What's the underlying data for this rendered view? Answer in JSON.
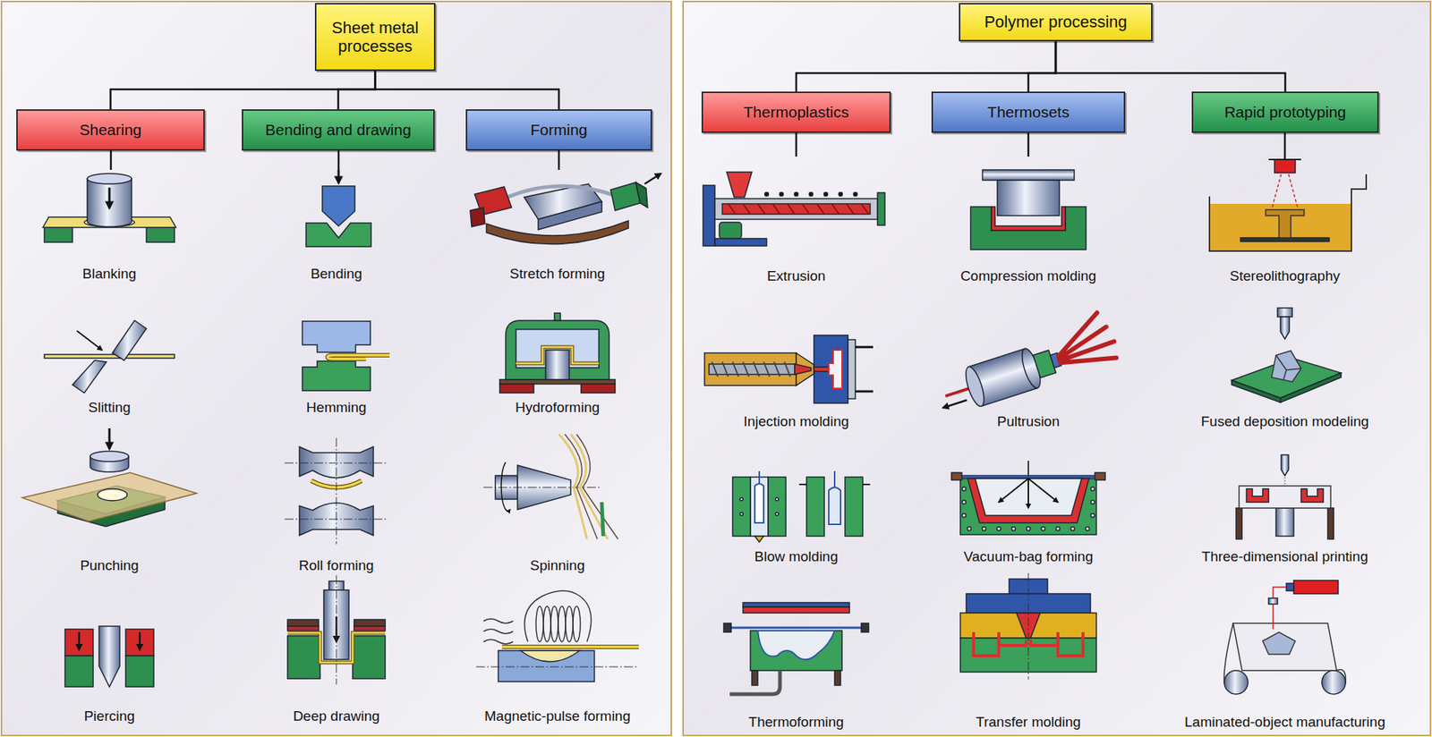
{
  "diagram": {
    "nodes": [
      {
        "text": [
          "Sheet metal processes"
        ]
      },
      {
        "text": [
          "Shearing"
        ]
      },
      {
        "text": [
          "Bending and drawing"
        ]
      },
      {
        "text": [
          "Forming"
        ]
      },
      {
        "text": [
          "Polymer processing"
        ]
      },
      {
        "text": [
          "Thermoplastics"
        ]
      },
      {
        "text": [
          "Thermosets"
        ]
      },
      {
        "text": [
          "Rapid prototyping"
        ]
      }
    ],
    "edges": [
      {
        "from": 0,
        "to": 1,
        "arrow": "none"
      },
      {
        "from": 0,
        "to": 2,
        "arrow": "none"
      },
      {
        "from": 0,
        "to": 3,
        "arrow": "none"
      },
      {
        "from": 4,
        "to": 5,
        "arrow": "none"
      },
      {
        "from": 4,
        "to": 6,
        "arrow": "none"
      },
      {
        "from": 4,
        "to": 7,
        "arrow": "none"
      }
    ],
    "labels": [
      "Blanking",
      "Bending",
      "Stretch forming",
      "Slitting",
      "Hemming",
      "Hydroforming",
      "Punching",
      "Roll forming",
      "Spinning",
      "Piercing",
      "Deep drawing",
      "Magnetic-pulse forming",
      "Extrusion",
      "Compression molding",
      "Stereolithography",
      "Injection molding",
      "Pultrusion",
      "Fused deposition modeling",
      "Blow molding",
      "Vacuum-bag forming",
      "Three-dimensional printing",
      "Thermoforming",
      "Transfer molding",
      "Laminated-object manufacturing"
    ]
  }
}
